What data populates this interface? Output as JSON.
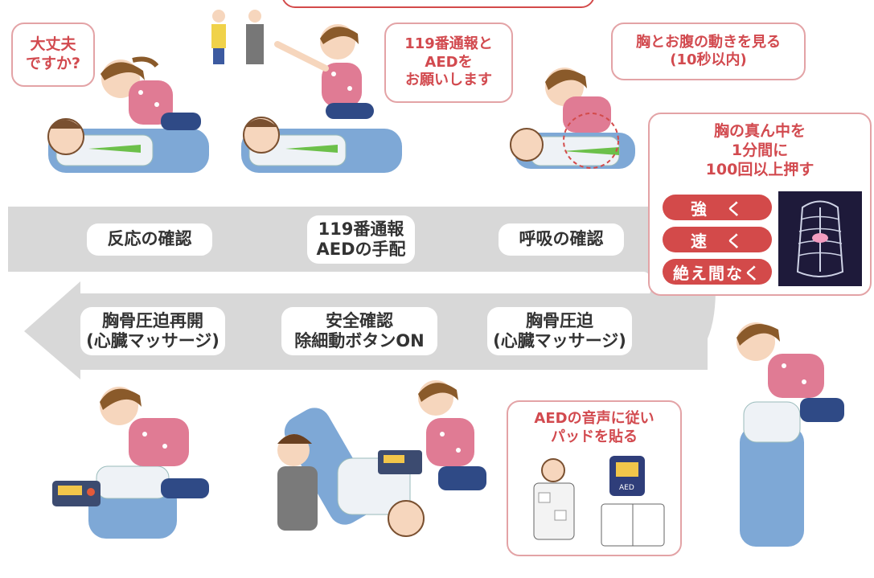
{
  "bubbles": {
    "ok": [
      "大丈夫",
      "ですか?"
    ],
    "call": [
      "119番通報と",
      "AEDを",
      "お願いします"
    ],
    "watch": [
      "胸とお腹の動きを見る",
      "(10秒以内)"
    ],
    "compress_head": [
      "胸の真ん中を",
      "1分間に",
      "100回以上押す"
    ],
    "compress_tags": [
      "強　く",
      "速　く",
      "絶え間なく"
    ],
    "aed": [
      "AEDの音声に従い",
      "パッドを貼る"
    ]
  },
  "steps_top": [
    {
      "lines": [
        "反応の確認"
      ]
    },
    {
      "lines": [
        "119番通報",
        "AEDの手配"
      ]
    },
    {
      "lines": [
        "呼吸の確認"
      ]
    }
  ],
  "steps_bottom": [
    {
      "lines": [
        "胸骨圧迫再開",
        "(心臓マッサージ)"
      ]
    },
    {
      "lines": [
        "安全確認",
        "除細動ボタンON"
      ]
    },
    {
      "lines": [
        "胸骨圧迫",
        "(心臓マッサージ)"
      ]
    }
  ],
  "aed_device_label": "AED",
  "colors": {
    "accent": "#d34a4a",
    "bubble_border": "#e3a3a6",
    "track": "#d9d9d9",
    "shirt": "#e07b94"
  }
}
